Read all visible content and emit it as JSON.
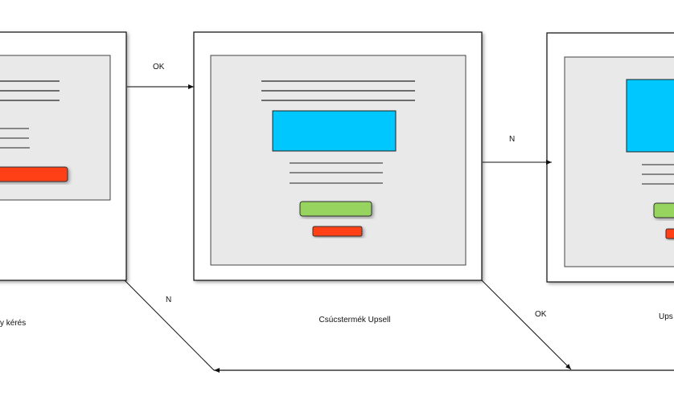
{
  "colors": {
    "panel": "#e9e9e9",
    "cta_red": "#ff4012",
    "accept_green": "#96d35f",
    "media_blue": "#00c8ff",
    "frame": "#111111"
  },
  "screens": [
    {
      "caption": "y kérés"
    },
    {
      "caption": "Csúcstermék Upsell"
    },
    {
      "caption": "Ups"
    }
  ],
  "edges": {
    "ok_top": "OK",
    "n_right": "N",
    "n_bottom": "N",
    "ok_bottom": "OK"
  }
}
